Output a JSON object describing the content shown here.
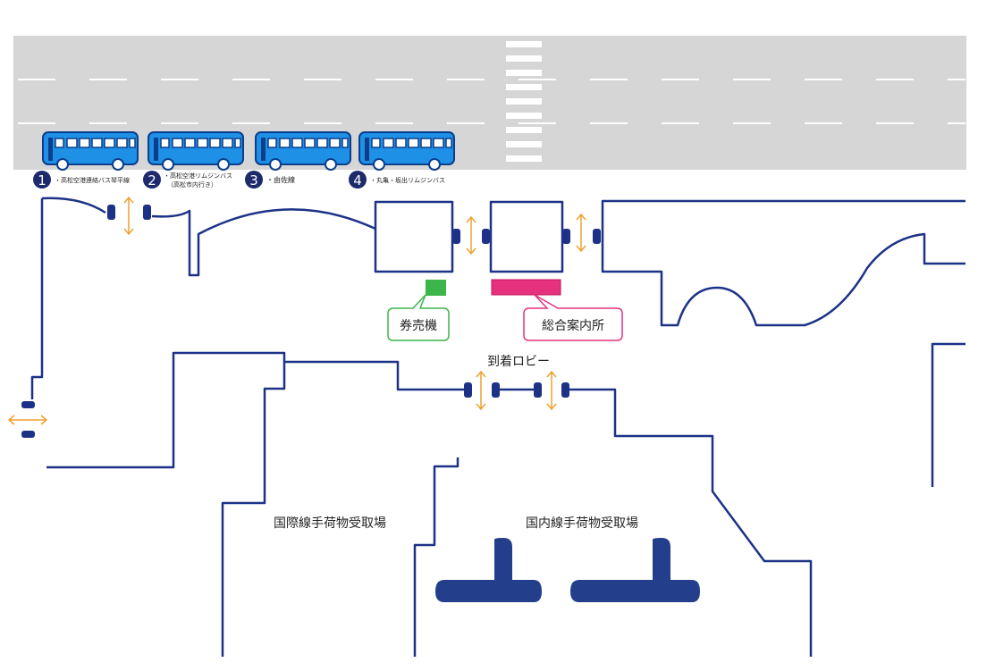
{
  "colors": {
    "road": "#d6d6d6",
    "lane": "#ffffff",
    "wall": "#1d3286",
    "bus": "#1e90e6",
    "bus_outline": "#0b3f8c",
    "badge": "#1d2a6b",
    "door_arrow": "#f0a030",
    "ticket_machine": "#3cb54a",
    "info_desk": "#e6317f",
    "carousel": "#233f8c"
  },
  "bus_stops": [
    {
      "number": "1",
      "icon": "bus-icon",
      "lines": [
        "・高松空港連絡バス琴平線"
      ]
    },
    {
      "number": "2",
      "icon": "bus-icon",
      "lines": [
        "・高松空港リムジンバス",
        "（高松市内行き）"
      ]
    },
    {
      "number": "3",
      "icon": "bus-icon",
      "lines": [
        "・由佐線"
      ]
    },
    {
      "number": "4",
      "icon": "bus-icon",
      "lines": [
        "・丸亀・坂出リムジンバス"
      ]
    }
  ],
  "facilities": {
    "ticket_machine": "券売機",
    "info_desk": "総合案内所",
    "arrival_lobby": "到着ロビー",
    "intl_baggage": "国際線手荷物受取場",
    "dom_baggage": "国内線手荷物受取場"
  }
}
